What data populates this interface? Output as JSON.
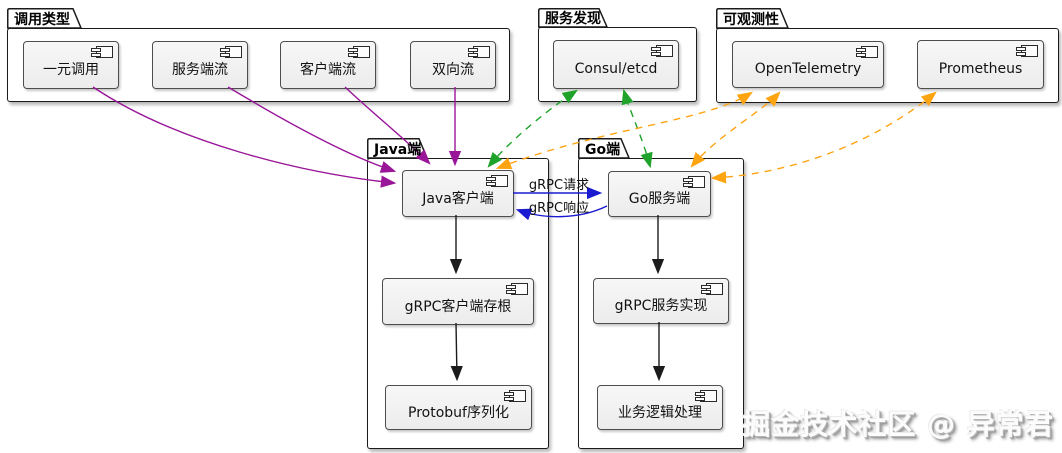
{
  "packages": {
    "call_types": {
      "title": "调用类型"
    },
    "service_discovery": {
      "title": "服务发现"
    },
    "observability": {
      "title": "可观测性"
    },
    "java_side": {
      "title": "Java端"
    },
    "go_side": {
      "title": "Go端"
    }
  },
  "nodes": {
    "unary": {
      "label": "一元调用"
    },
    "server_stream": {
      "label": "服务端流"
    },
    "client_stream": {
      "label": "客户端流"
    },
    "bidi_stream": {
      "label": "双向流"
    },
    "consul": {
      "label": "Consul/etcd"
    },
    "opentelemetry": {
      "label": "OpenTelemetry"
    },
    "prometheus": {
      "label": "Prometheus"
    },
    "java_client": {
      "label": "Java客户端"
    },
    "grpc_stub": {
      "label": "gRPC客户端存根"
    },
    "protobuf": {
      "label": "Protobuf序列化"
    },
    "go_server": {
      "label": "Go服务端"
    },
    "grpc_impl": {
      "label": "gRPC服务实现"
    },
    "business_logic": {
      "label": "业务逻辑处理"
    }
  },
  "edge_labels": {
    "grpc_request": "gRPC请求",
    "grpc_response": "gRPC响应"
  },
  "edges": [
    {
      "from": "一元调用",
      "to": "Java客户端",
      "style": "solid",
      "color": "purple",
      "bidirectional": false
    },
    {
      "from": "服务端流",
      "to": "Java客户端",
      "style": "solid",
      "color": "purple",
      "bidirectional": false
    },
    {
      "from": "客户端流",
      "to": "Java客户端",
      "style": "solid",
      "color": "purple",
      "bidirectional": false
    },
    {
      "from": "双向流",
      "to": "Java客户端",
      "style": "solid",
      "color": "purple",
      "bidirectional": false
    },
    {
      "from": "Java客户端",
      "to": "Go服务端",
      "style": "solid",
      "color": "blue",
      "label": "gRPC请求",
      "bidirectional": false
    },
    {
      "from": "Go服务端",
      "to": "Java客户端",
      "style": "solid",
      "color": "blue",
      "label": "gRPC响应",
      "bidirectional": false
    },
    {
      "from": "Java客户端",
      "to": "gRPC客户端存根",
      "style": "solid",
      "color": "black",
      "bidirectional": false
    },
    {
      "from": "gRPC客户端存根",
      "to": "Protobuf序列化",
      "style": "solid",
      "color": "black",
      "bidirectional": false
    },
    {
      "from": "Go服务端",
      "to": "gRPC服务实现",
      "style": "solid",
      "color": "black",
      "bidirectional": false
    },
    {
      "from": "gRPC服务实现",
      "to": "业务逻辑处理",
      "style": "solid",
      "color": "black",
      "bidirectional": false
    },
    {
      "from": "Java客户端",
      "to": "Consul/etcd",
      "style": "dashed",
      "color": "green",
      "bidirectional": true
    },
    {
      "from": "Go服务端",
      "to": "Consul/etcd",
      "style": "dashed",
      "color": "green",
      "bidirectional": true
    },
    {
      "from": "Java客户端",
      "to": "OpenTelemetry",
      "style": "dashed",
      "color": "orange",
      "bidirectional": true
    },
    {
      "from": "Go服务端",
      "to": "OpenTelemetry",
      "style": "dashed",
      "color": "orange",
      "bidirectional": true
    },
    {
      "from": "Go服务端",
      "to": "Prometheus",
      "style": "dashed",
      "color": "orange",
      "bidirectional": true
    }
  ],
  "watermark": {
    "text": "掘金技术社区 @ 异常君"
  },
  "colors": {
    "purple": "#991699",
    "blue": "#1a1ad1",
    "green": "#1fa32a",
    "orange": "#ffa411",
    "black": "#1c1c1c"
  }
}
